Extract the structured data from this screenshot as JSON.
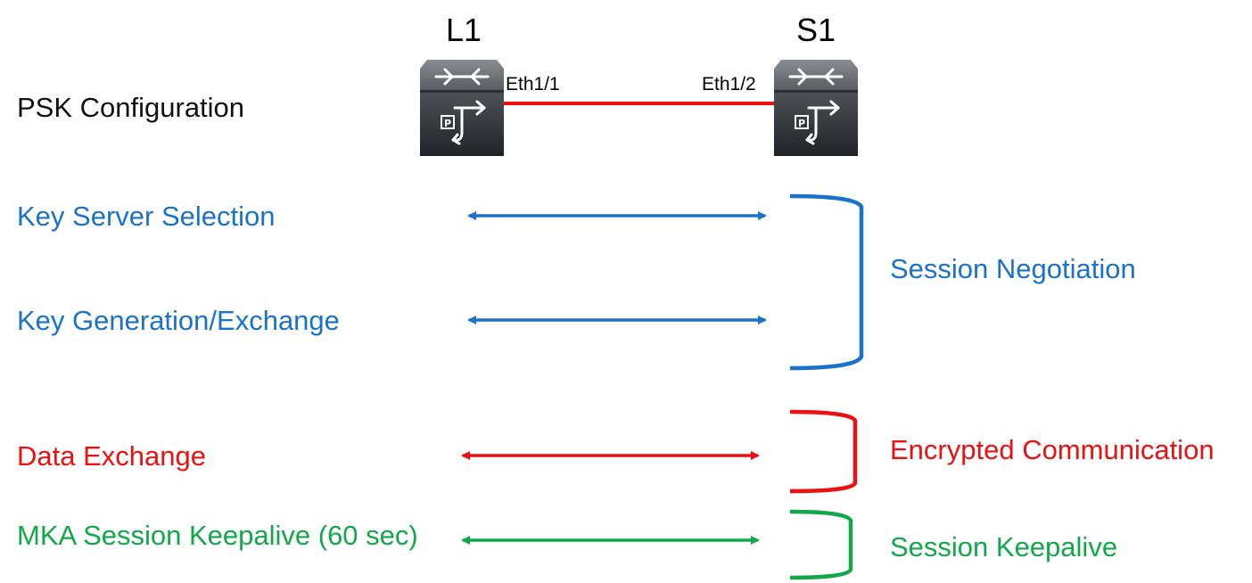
{
  "devices": {
    "left": {
      "name": "L1",
      "port": "Eth1/1"
    },
    "right": {
      "name": "S1",
      "port": "Eth1/2"
    }
  },
  "title": "PSK Configuration",
  "steps": [
    {
      "label": "Key Server Selection",
      "color": "#1a73c8"
    },
    {
      "label": "Key Generation/Exchange",
      "color": "#1a73c8"
    },
    {
      "label": "Data Exchange",
      "color": "#ee1010"
    },
    {
      "label": "MKA Session Keepalive (60 sec)",
      "color": "#12a84a"
    }
  ],
  "phases": [
    {
      "label": "Session Negotiation",
      "color": "#1a73c8"
    },
    {
      "label": "Encrypted Communication",
      "color": "#ee1010"
    },
    {
      "label": "Session Keepalive",
      "color": "#12a84a"
    }
  ],
  "icons": {
    "device": "network-switch-icon",
    "arrow": "double-headed-arrow-icon",
    "bracket": "right-bracket-icon"
  },
  "colors": {
    "link": "#ee1010",
    "device_body": "#4a4d52"
  }
}
